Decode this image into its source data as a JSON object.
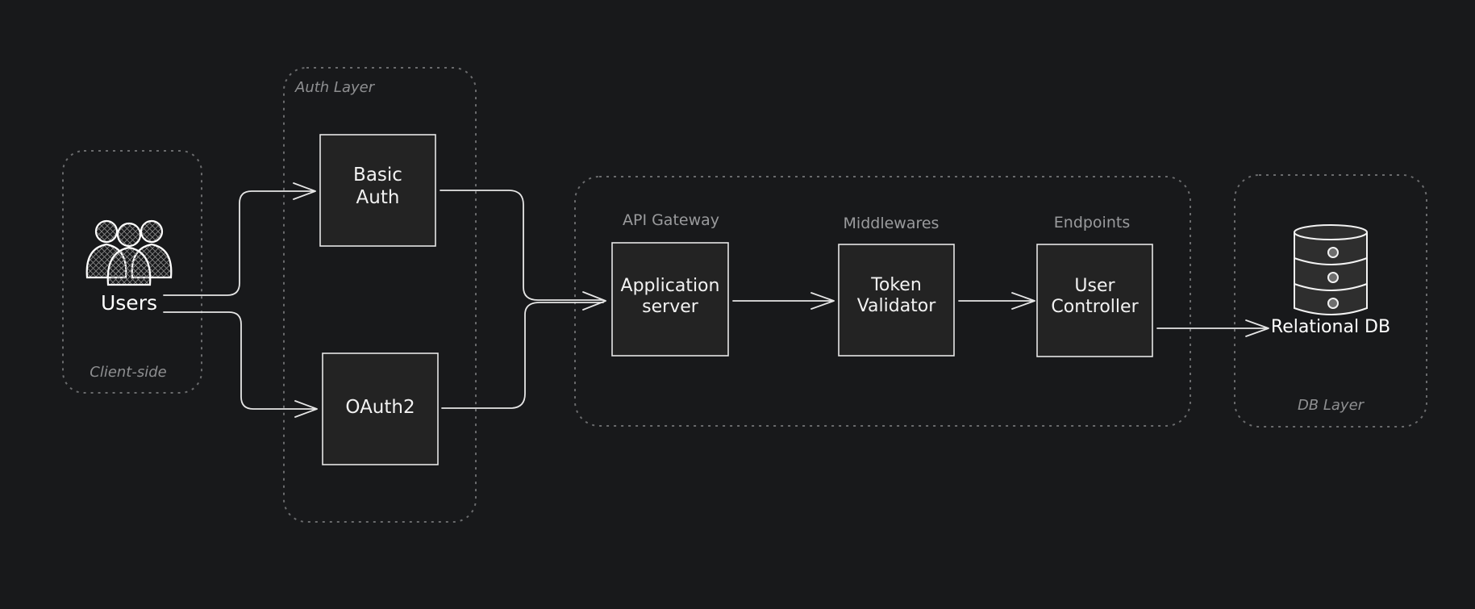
{
  "colors": {
    "background": "#18191b",
    "box_fill": "#232323",
    "stroke": "#e6e6e6",
    "group_border": "#6a6b6d",
    "muted_text": "#8e8f91"
  },
  "groups": {
    "client_side": "Client-side",
    "auth_layer": "Auth Layer",
    "db_layer": "DB Layer"
  },
  "sections": {
    "api_gateway": "API Gateway",
    "middlewares": "Middlewares",
    "endpoints": "Endpoints"
  },
  "nodes": {
    "users": {
      "label": "Users",
      "icon": "users-icon"
    },
    "basic_auth": {
      "line1": "Basic",
      "line2": "Auth"
    },
    "oauth2": {
      "label": "OAuth2"
    },
    "app_server": {
      "line1": "Application",
      "line2": "server"
    },
    "token_validator": {
      "line1": "Token",
      "line2": "Validator"
    },
    "user_controller": {
      "line1": "User",
      "line2": "Controller"
    },
    "relational_db": {
      "label": "Relational DB",
      "icon": "database-icon"
    }
  }
}
